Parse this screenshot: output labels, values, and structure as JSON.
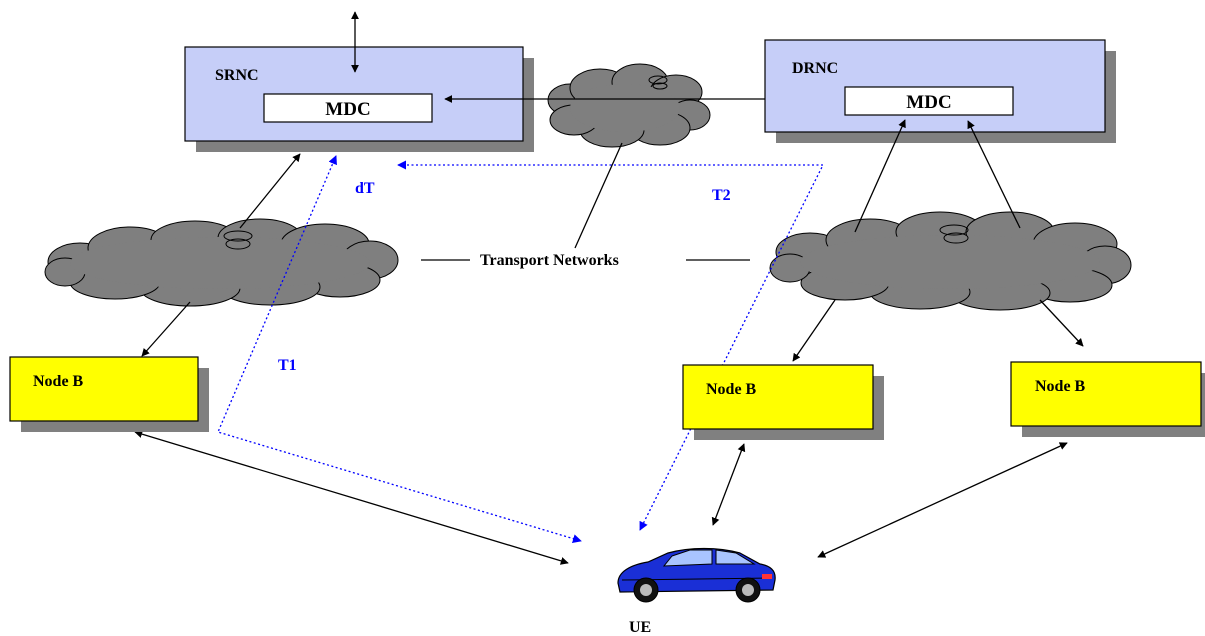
{
  "labels": {
    "srnc": "SRNC",
    "drnc": "DRNC",
    "mdc_srnc": "MDC",
    "mdc_drnc": "MDC",
    "transport_networks": "Transport Networks",
    "dt": "dT",
    "t1": "T1",
    "t2": "T2",
    "node_b_left": "Node B",
    "node_b_middle": "Node B",
    "node_b_right": "Node B",
    "ue": "UE"
  },
  "colors": {
    "rnc_fill": "#c6cef8",
    "node_b_fill": "#ffff00",
    "cloud_fill": "#7f7f7f",
    "shadow": "#808080",
    "timing_blue": "#0000ff",
    "car_body": "#1a2fd6"
  }
}
